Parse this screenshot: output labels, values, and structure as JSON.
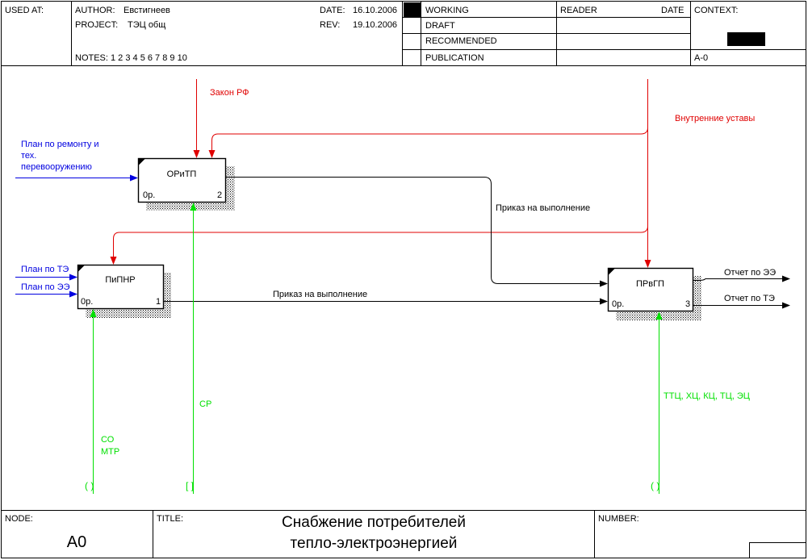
{
  "header": {
    "used_at": "USED AT:",
    "author_label": "AUTHOR:",
    "author": "Евстигнеев",
    "project_label": "PROJECT:",
    "project": "ТЭЦ общ",
    "date_label": "DATE:",
    "date": "16.10.2006",
    "rev_label": "REV:",
    "rev": "19.10.2006",
    "notes": "NOTES:  1  2  3  4  5  6  7  8  9  10",
    "status": [
      "WORKING",
      "DRAFT",
      "RECOMMENDED",
      "PUBLICATION"
    ],
    "reader": "READER",
    "reader_date": "DATE",
    "context": "CONTEXT:",
    "context_node": "A-0"
  },
  "footer": {
    "node_label": "NODE:",
    "node": "A0",
    "title_label": "TITLE:",
    "title_line1": "Снабжение потребителей",
    "title_line2": "тепло-электроэнергией",
    "number_label": "NUMBER:"
  },
  "boxes": [
    {
      "name": "ОРиТП",
      "cost": "0р.",
      "num": "2"
    },
    {
      "name": "ПиПНР",
      "cost": "0р.",
      "num": "1"
    },
    {
      "name": "ПРвГП",
      "cost": "0р.",
      "num": "3"
    }
  ],
  "arrows": {
    "zakon": "Закон РФ",
    "vnutr": "Внутренние уставы",
    "plan_remont_1": "План по ремонту и",
    "plan_remont_2": "тех.",
    "plan_remont_3": "перевооружению",
    "plan_te": "План по ТЭ",
    "plan_ee": "План по ЭЭ",
    "prikaz_1": "Приказ на выполнение",
    "prikaz_2": "Приказ на выполнение",
    "otchet_ee": "Отчет по ЭЭ",
    "otchet_te": "Отчет по ТЭ",
    "co": "СО",
    "mtr": "МТР",
    "cp": "СР",
    "ttc": "ТТЦ, ХЦ, КЦ, ТЦ, ЭЦ",
    "tunnel_1": "( )",
    "tunnel_2": "[ ]",
    "tunnel_3": "( )"
  },
  "colors": {
    "control": "#e00000",
    "input": "#0000e0",
    "mechanism": "#00e000",
    "output": "#000000"
  }
}
